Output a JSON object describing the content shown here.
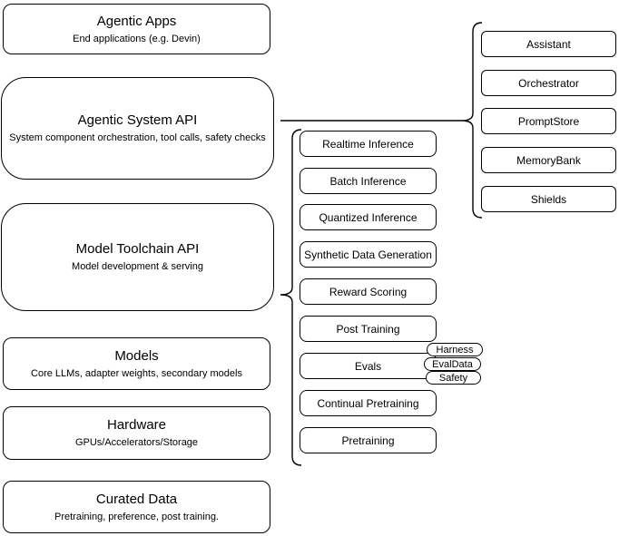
{
  "diagram": {
    "colors": {
      "stroke": "#000000",
      "background": "#ffffff"
    },
    "left_stack": [
      {
        "title": "Agentic Apps",
        "subtitle": "End applications (e.g. Devin)"
      },
      {
        "title": "Agentic System API",
        "subtitle": "System component orchestration, tool calls, safety checks"
      },
      {
        "title": "Model Toolchain API",
        "subtitle": "Model development & serving"
      },
      {
        "title": "Models",
        "subtitle": "Core LLMs, adapter weights, secondary models"
      },
      {
        "title": "Hardware",
        "subtitle": "GPUs/Accelerators/Storage"
      },
      {
        "title": "Curated Data",
        "subtitle": "Pretraining, preference, post training."
      }
    ],
    "toolchain": {
      "items": [
        "Realtime Inference",
        "Batch Inference",
        "Quantized Inference",
        "Synthetic Data Generation",
        "Reward Scoring",
        "Post Training",
        "Evals",
        "Continual Pretraining",
        "Pretraining"
      ],
      "eval_tags": [
        "Harness",
        "EvalData",
        "Safety"
      ]
    },
    "system_components": [
      "Assistant",
      "Orchestrator",
      "PromptStore",
      "MemoryBank",
      "Shields"
    ]
  }
}
